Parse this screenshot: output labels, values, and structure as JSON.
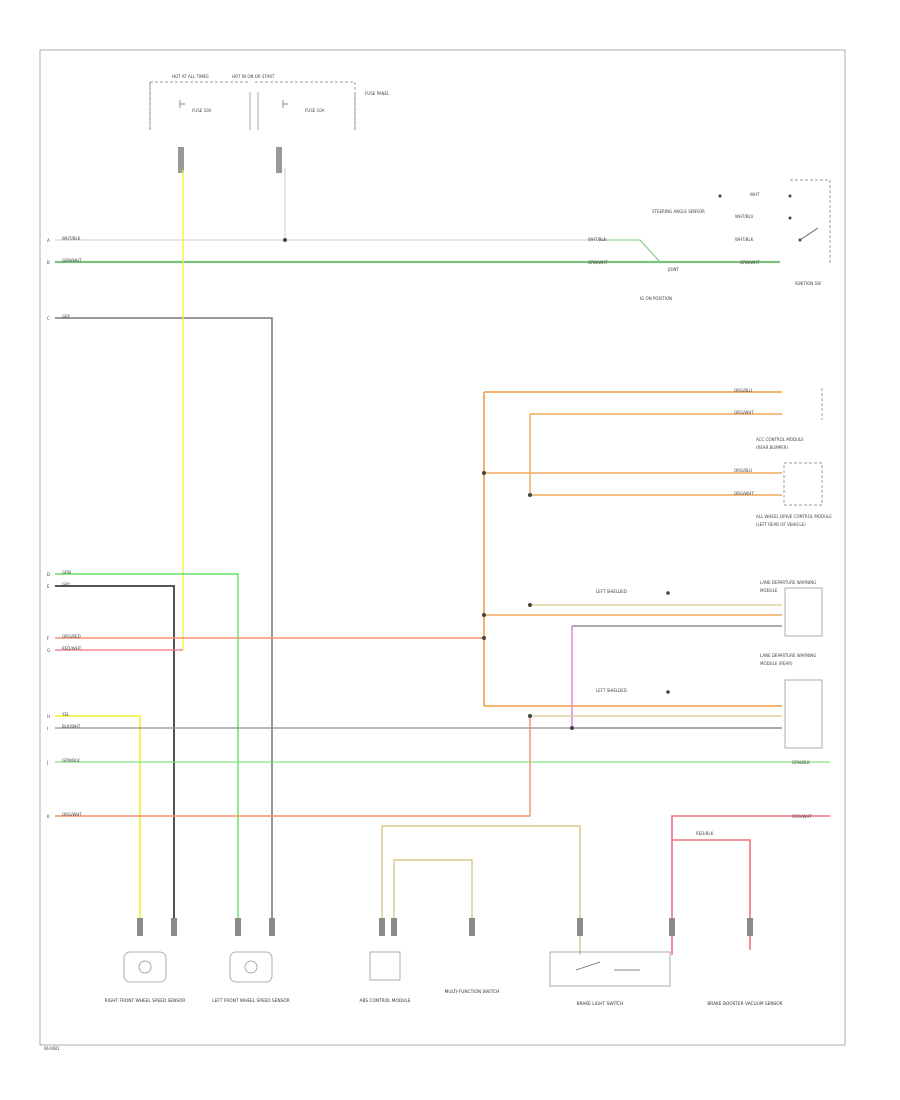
{
  "colors": {
    "white": "#d6d6d6",
    "grn_wht": "#7cc27c",
    "gry": "#8c8c8c",
    "org": "#f0a95c",
    "org_red": "#f4926f",
    "red_wht": "#f0707f",
    "yel": "#f2f24a",
    "blk_wht": "#909090",
    "grn": "#66e066",
    "blk": "#555555",
    "pnk": "#e060e0",
    "tan": "#d8c88a",
    "blu_yel": "#9aa8ff"
  },
  "labels": {
    "fuse_box_1": "HOT AT ALL TIMES",
    "fuse_box_2": "HOT IN ON OR START",
    "fuse_a": "FUSE 10A",
    "fuse_b": "FUSE 10A",
    "fuse_panel": "FUSE PANEL",
    "wire_left_1": "WHT/BLK",
    "wire_left_2": "GRN/WHT",
    "wire_left_3": "GRY",
    "wire_left_4": "GRN",
    "wire_left_5": "GRY",
    "wire_left_6": "ORG/RED",
    "wire_left_7": "RED/WHT",
    "wire_left_8": "YEL",
    "wire_left_9": "BLK/WHT",
    "wire_left_10": "GRN/BLK",
    "wire_left_11": "ORG/WHT",
    "mark_a": "A",
    "mark_b": "B",
    "mark_c": "C",
    "mark_d": "D",
    "mark_e": "E",
    "mark_f": "F",
    "mark_g": "G",
    "mark_h": "H",
    "mark_i": "I",
    "mark_j": "J",
    "mark_k": "K",
    "right_top_1": "WHT",
    "right_top_2": "WHT/BLU",
    "right_top_3": "WHT/BLK",
    "right_top_4": "GRN/WHT",
    "ignition": "IG ON POSITION",
    "ignition_switch": "IGNITION SW",
    "ring_note": "STEERING ANGLE SENSOR",
    "joint": "JOINT",
    "right_mid_1": "ORG/BLU",
    "right_mid_2": "ORG/WHT",
    "right_mid_3": "ORG/BLU",
    "right_mid_4": "ORG/WHT",
    "mod_1": "ACC CONTROL MODULE",
    "mod_1b": "(REAR BUMPER)",
    "mod_2": "ALL WHEEL DRIVE CONTROL MODULE",
    "mod_2b": "(LEFT REAR OF VEHICLE)",
    "shield_1": "LEFT SHIELDED",
    "shield_2": "LEFT SHIELDED",
    "mod_3": "LANE DEPARTURE WARNING",
    "mod_3b": "MODULE",
    "mod_4": "LANE DEPARTURE WARNING",
    "mod_4b": "MODULE (REAR)",
    "grn_right": "GRN/BLK",
    "org_right": "ORG/WHT",
    "brake_wire": "RED/BLK",
    "comp_1": "RIGHT FRONT WHEEL SPEED SENSOR",
    "comp_2": "LEFT FRONT WHEEL SPEED SENSOR",
    "comp_3": "ABS CONTROL MODULE",
    "comp_4": "MULTI-FUNCTION SWITCH",
    "comp_5": "BRAKE LIGHT SWITCH",
    "comp_6": "BRAKE BOOSTER VACUUM SENSOR",
    "ref_code": "W-0481"
  }
}
